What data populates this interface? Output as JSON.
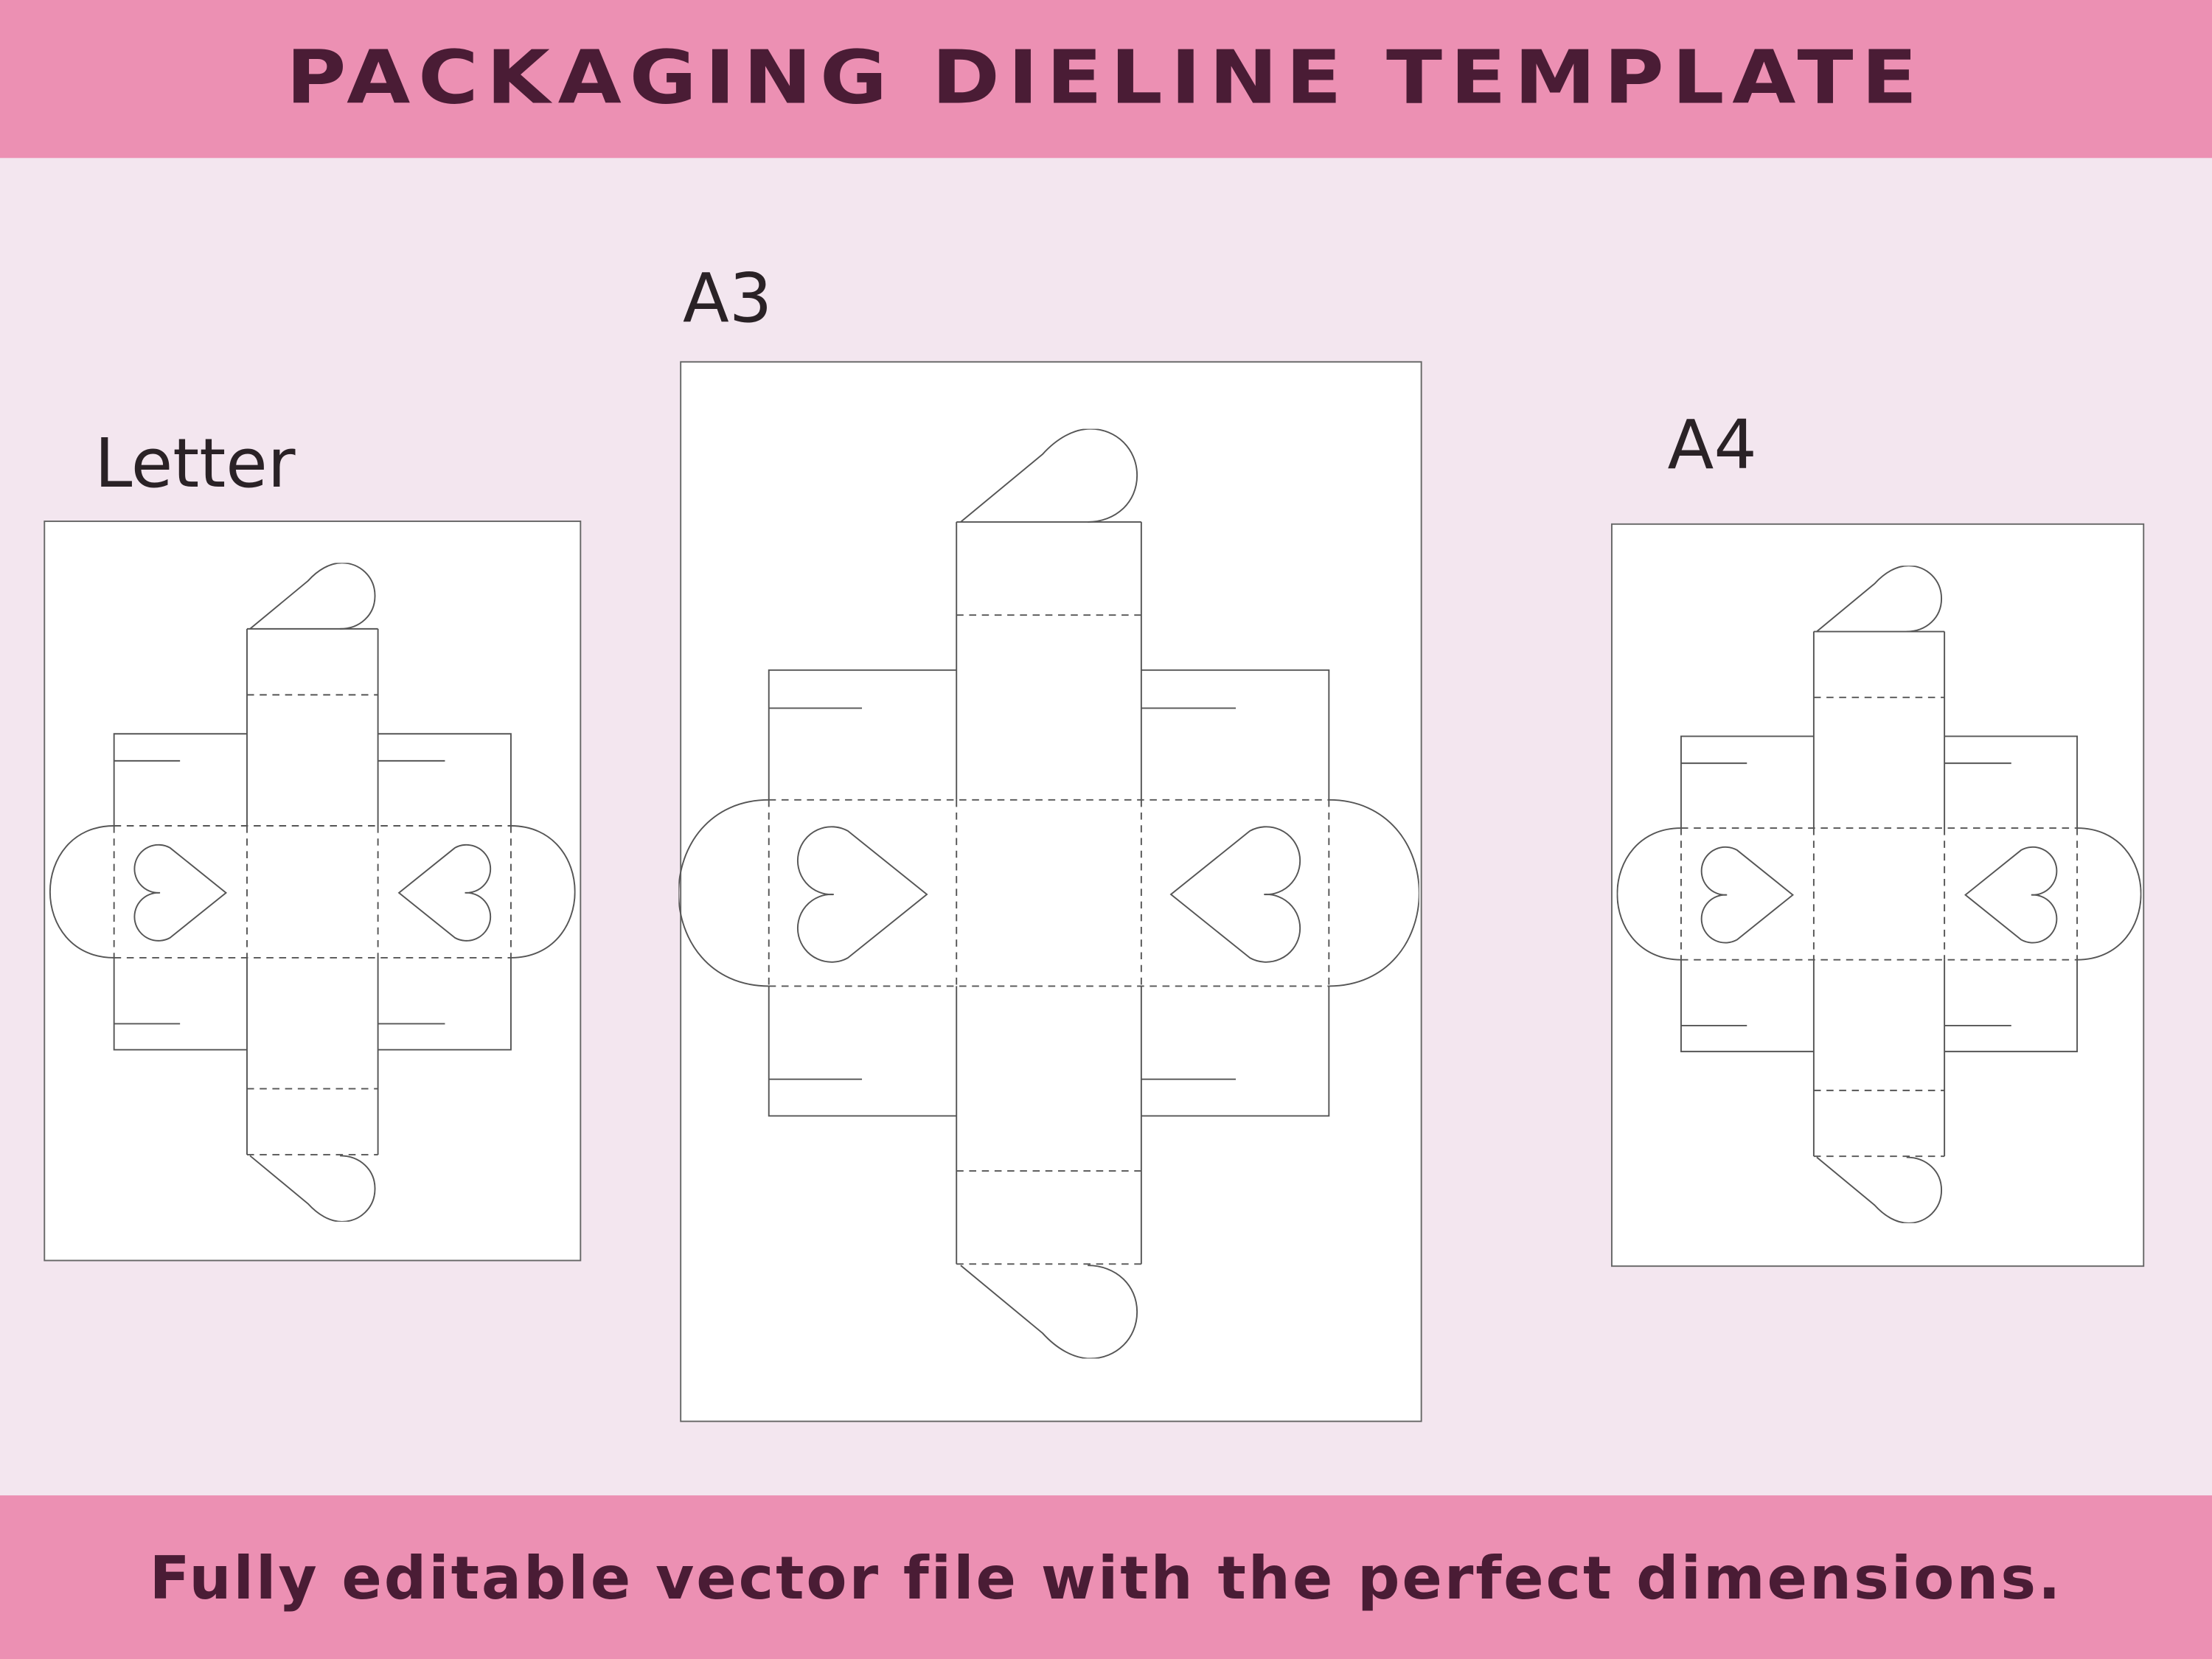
{
  "header": {
    "title": "PACKAGING DIELINE TEMPLATE"
  },
  "sheets": {
    "letter": {
      "label": "Letter"
    },
    "a3": {
      "label": "A3"
    },
    "a4": {
      "label": "A4"
    }
  },
  "footer": {
    "text": "Fully editable vector file with the perfect dimensions."
  },
  "colors": {
    "band": "#EC90B3",
    "text": "#4A1C35",
    "background": "#F3E6EF"
  }
}
